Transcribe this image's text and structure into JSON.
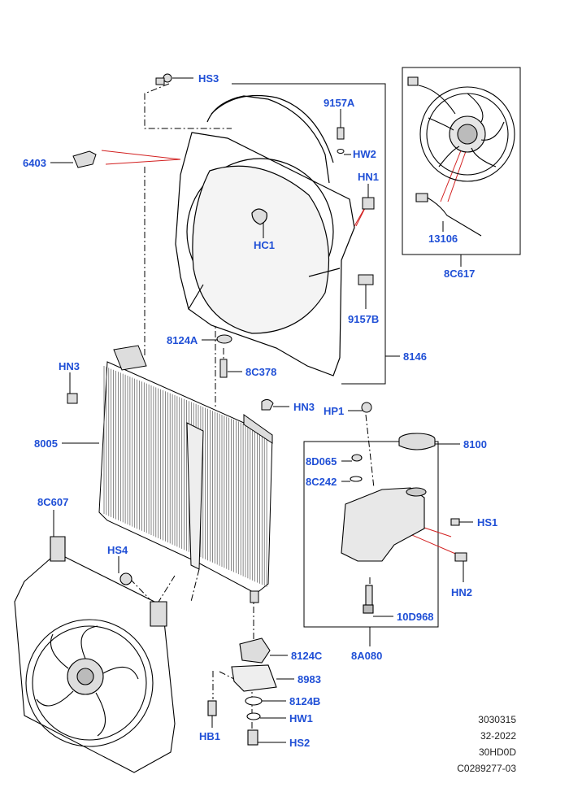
{
  "colors": {
    "label": "#1f4fd6",
    "leader": "#d21f1f",
    "line": "#000000"
  },
  "labels": {
    "HS3": "HS3",
    "9157A": "9157A",
    "6403": "6403",
    "HW2": "HW2",
    "HN1": "HN1",
    "HC1": "HC1",
    "9157B": "9157B",
    "8146": "8146",
    "13106": "13106",
    "8C617": "8C617",
    "8124A": "8124A",
    "HN3_left": "HN3",
    "8C378": "8C378",
    "HN3_right": "HN3",
    "HP1": "HP1",
    "8005": "8005",
    "8100": "8100",
    "8D065": "8D065",
    "8C242": "8C242",
    "HS1": "HS1",
    "8C607": "8C607",
    "HS4": "HS4",
    "HN2": "HN2",
    "10D968": "10D968",
    "8A080": "8A080",
    "8124C": "8124C",
    "8983": "8983",
    "8124B": "8124B",
    "HW1": "HW1",
    "HB1": "HB1",
    "HS2": "HS2"
  },
  "reference": [
    "3030315",
    "32-2022",
    "30HD0D",
    "C0289277-03"
  ]
}
